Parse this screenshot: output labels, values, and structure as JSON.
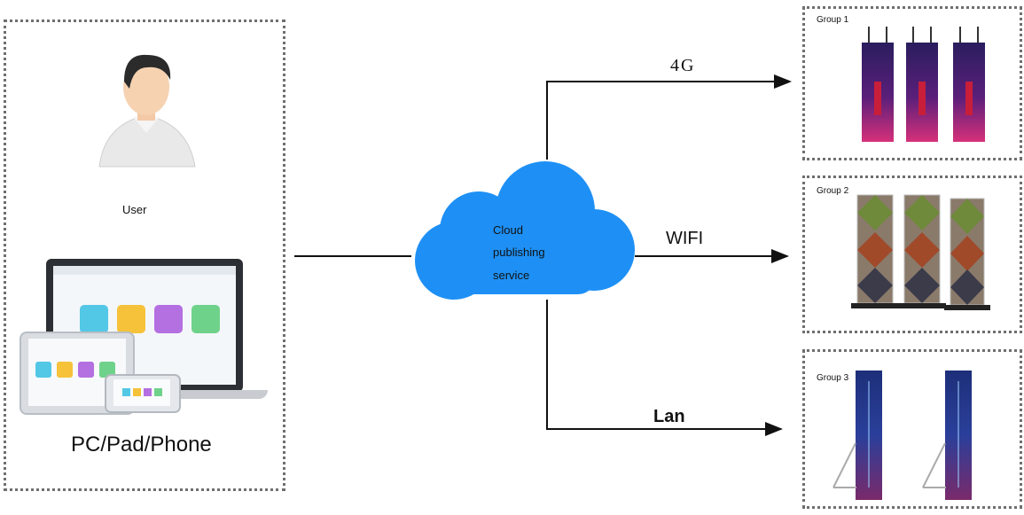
{
  "left_panel": {
    "user_label": "User",
    "devices_label": "PC/Pad/Phone"
  },
  "cloud": {
    "line1": "Cloud",
    "line2": "publishing",
    "line3": "service"
  },
  "connections": {
    "top": "4G",
    "middle": "WIFI",
    "bottom": "Lan"
  },
  "groups": [
    {
      "label": "Group 1"
    },
    {
      "label": "Group 2"
    },
    {
      "label": "Group 3"
    }
  ],
  "colors": {
    "cloud": "#1e90f5",
    "arrow": "#111111",
    "border": "#6f6f6f"
  }
}
